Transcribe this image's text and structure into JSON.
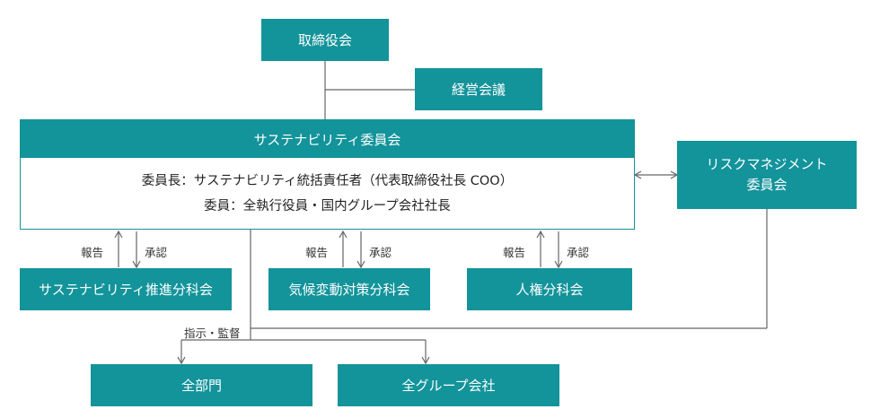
{
  "nodes": {
    "board": "取締役会",
    "management": "経営会議",
    "committee_title": "サステナビリティ委員会",
    "committee_chair": "委員長：サステナビリティ統括責任者（代表取締役社長 COO）",
    "committee_members": "委員：全執行役員・国内グループ会社社長",
    "risk_line1": "リスクマネジメント",
    "risk_line2": "委員会",
    "sub_promotion": "サステナビリティ推進分科会",
    "sub_climate": "気候変動対策分科会",
    "sub_human_rights": "人権分科会",
    "all_departments": "全部門",
    "all_group": "全グループ会社"
  },
  "labels": {
    "report": "報告",
    "approve": "承認",
    "direct": "指示・監督"
  },
  "colors": {
    "box": "#13939a",
    "line": "#666666"
  }
}
